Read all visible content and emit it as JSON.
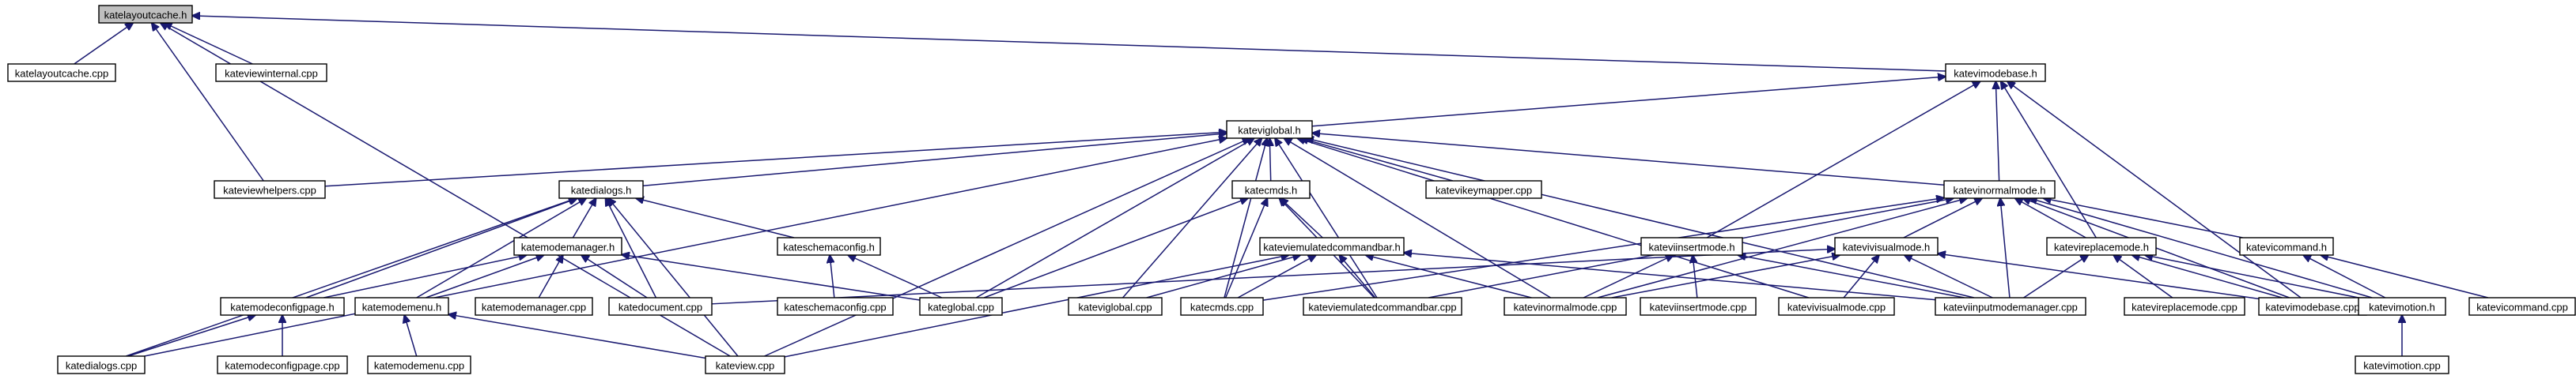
{
  "colors": {
    "edge": "#191970",
    "root_fill": "#bfbfbf",
    "node_fill": "#ffffff",
    "border": "#000000"
  },
  "nodes": [
    {
      "id": "root",
      "label": "katelayoutcache.h",
      "root": true
    },
    {
      "id": "katelayoutcache_cpp",
      "label": "katelayoutcache.cpp"
    },
    {
      "id": "kateviewinternal_cpp",
      "label": "kateviewinternal.cpp"
    },
    {
      "id": "katevimodebase_h",
      "label": "katevimodebase.h"
    },
    {
      "id": "kateviglobal_h",
      "label": "kateviglobal.h"
    },
    {
      "id": "kateviewhelpers_cpp",
      "label": "kateviewhelpers.cpp"
    },
    {
      "id": "katedialogs_h",
      "label": "katedialogs.h"
    },
    {
      "id": "katecmds_h",
      "label": "katecmds.h"
    },
    {
      "id": "katevikeymapper_cpp",
      "label": "katevikeymapper.cpp"
    },
    {
      "id": "katevinormalmode_h",
      "label": "katevinormalmode.h"
    },
    {
      "id": "kateschemaconfig_h",
      "label": "kateschemaconfig.h"
    },
    {
      "id": "katemodemanager_h",
      "label": "katemodemanager.h"
    },
    {
      "id": "kateviemulatedcommandbar_h",
      "label": "kateviemulatedcommandbar.h"
    },
    {
      "id": "kateviinsertmode_h",
      "label": "kateviinsertmode.h"
    },
    {
      "id": "katevivisualmode_h",
      "label": "katevivisualmode.h"
    },
    {
      "id": "katevireplacemode_h",
      "label": "katevireplacemode.h"
    },
    {
      "id": "katevicommand_h",
      "label": "katevicommand.h"
    },
    {
      "id": "katemodeconfigpage_h",
      "label": "katemodeconfigpage.h"
    },
    {
      "id": "katemodemenu_h",
      "label": "katemodemenu.h"
    },
    {
      "id": "katemodemanager_cpp",
      "label": "katemodemanager.cpp"
    },
    {
      "id": "katedocument_cpp",
      "label": "katedocument.cpp"
    },
    {
      "id": "kateschemaconfig_cpp",
      "label": "kateschemaconfig.cpp"
    },
    {
      "id": "kateglobal_cpp",
      "label": "kateglobal.cpp"
    },
    {
      "id": "kateviglobal_cpp",
      "label": "kateviglobal.cpp"
    },
    {
      "id": "katecmds_cpp",
      "label": "katecmds.cpp"
    },
    {
      "id": "kateviemulatedcommandbar_cpp",
      "label": "kateviemulatedcommandbar.cpp"
    },
    {
      "id": "katevinormalmode_cpp",
      "label": "katevinormalmode.cpp"
    },
    {
      "id": "kateviinsertmode_cpp",
      "label": "kateviinsertmode.cpp"
    },
    {
      "id": "katevivisualmode_cpp",
      "label": "katevivisualmode.cpp"
    },
    {
      "id": "kateviinputmodemanager_cpp",
      "label": "kateviinputmodemanager.cpp"
    },
    {
      "id": "katevireplacemode_cpp",
      "label": "katevireplacemode.cpp"
    },
    {
      "id": "katevimodebase_cpp",
      "label": "katevimodebase.cpp"
    },
    {
      "id": "katevimotion_h",
      "label": "katevimotion.h"
    },
    {
      "id": "katevicommand_cpp",
      "label": "katevicommand.cpp"
    },
    {
      "id": "katedialogs_cpp",
      "label": "katedialogs.cpp"
    },
    {
      "id": "katemodeconfigpage_cpp",
      "label": "katemodeconfigpage.cpp"
    },
    {
      "id": "katemodemenu_cpp",
      "label": "katemodemenu.cpp"
    },
    {
      "id": "kateview_cpp",
      "label": "kateview.cpp"
    },
    {
      "id": "katevimotion_cpp",
      "label": "katevimotion.cpp"
    }
  ]
}
